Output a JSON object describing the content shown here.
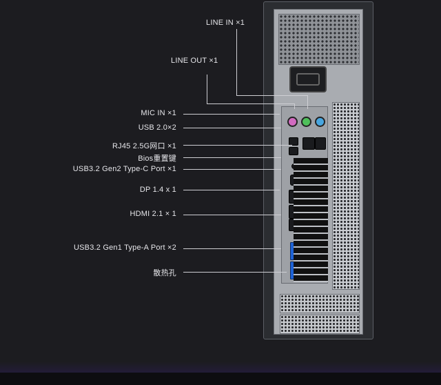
{
  "ports": {
    "line_in": "LINE IN  ×1",
    "line_out": "LINE OUT  ×1",
    "mic_in": "MIC IN  ×1",
    "usb2": "USB 2.0×2",
    "rj45": "RJ45 2.5G网口 ×1",
    "bios": "Bios重置键",
    "usb32_typec": "USB3.2 Gen2 Type-C Port ×1",
    "dp": "DP 1.4 x 1",
    "hdmi": "HDMI 2.1 × 1",
    "usb32_typea": "USB3.2 Gen1 Type-A Port  ×2",
    "vent": "散热孔"
  },
  "colors": {
    "background": "#1c1c20",
    "text": "#e6e6ea",
    "leader_line": "#cfcfd4",
    "mic_jack": "#d16bc0",
    "line_out_jack": "#4fbf5a",
    "line_in_jack": "#48a6e0",
    "usb3_port": "#1e63d6",
    "glow": "#2a1c52"
  }
}
